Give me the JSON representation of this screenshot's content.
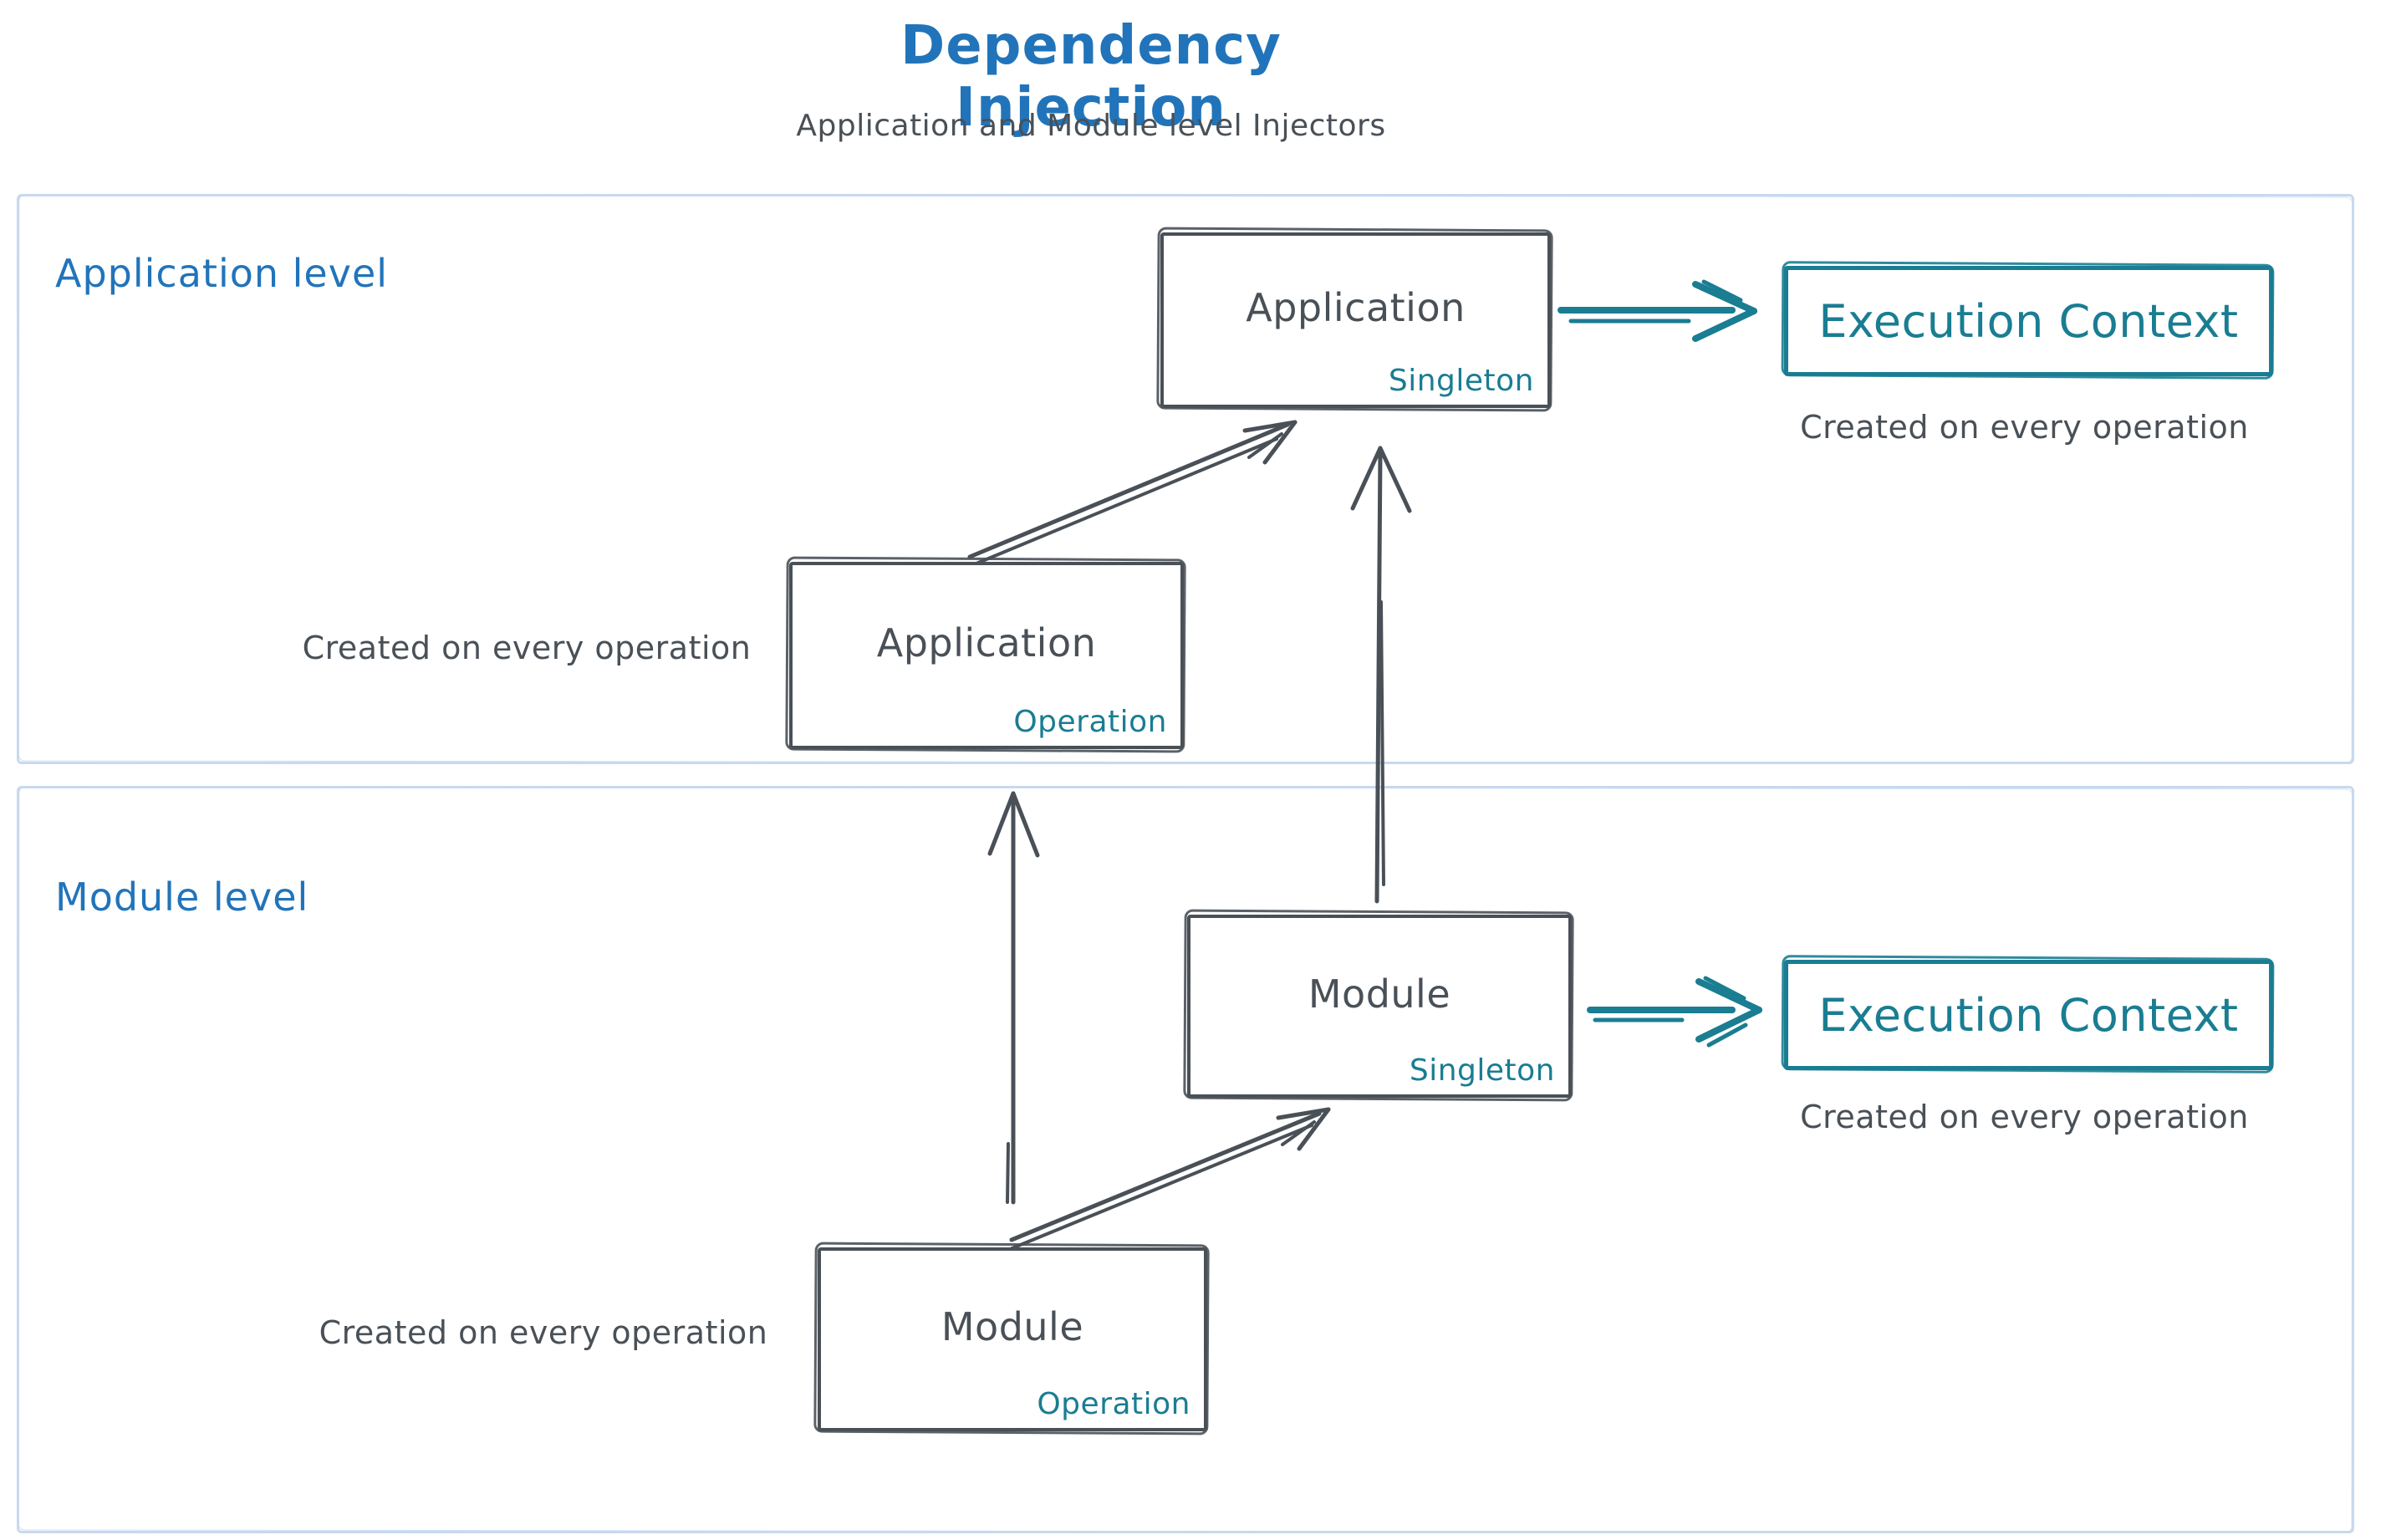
{
  "title": "Dependency Injection",
  "subtitle": "Application and Module level Injectors",
  "colors": {
    "blue": "#2174ba",
    "teal": "#1a7d92",
    "slate": "#495057",
    "frame": "#c7d9ee"
  },
  "sections": {
    "application": {
      "label": "Application level"
    },
    "module": {
      "label": "Module level"
    }
  },
  "nodes": {
    "app_singleton": {
      "title": "Application",
      "variant": "Singleton"
    },
    "app_operation": {
      "title": "Application",
      "variant": "Operation"
    },
    "module_singleton": {
      "title": "Module",
      "variant": "Singleton"
    },
    "module_operation": {
      "title": "Module",
      "variant": "Operation"
    },
    "execution_context_app": {
      "title": "Execution Context"
    },
    "execution_context_module": {
      "title": "Execution Context"
    }
  },
  "captions": {
    "app_execution": "Created on every operation",
    "app_operation": "Created on every operation",
    "module_execution": "Created on every operation",
    "module_operation": "Created on every operation"
  }
}
